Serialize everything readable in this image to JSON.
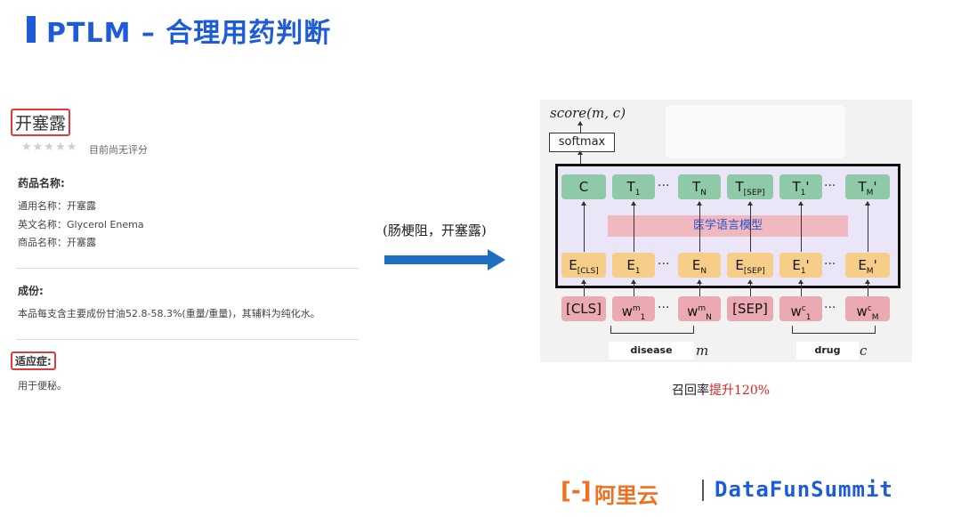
{
  "header": {
    "title": "PTLM – 合理用药判断"
  },
  "drug_card": {
    "name": "开塞露",
    "stars": "★★★★★",
    "rating_text": "目前尚无评分",
    "name_section": {
      "heading": "药品名称:",
      "generic": "通用名称：开塞露",
      "english": "英文名称：Glycerol Enema",
      "trade": "商品名称：开塞露"
    },
    "ingredients": {
      "heading": "成份:",
      "text": "本品每支含主要成份甘油52.8-58.3%(重量/重量)，其辅料为纯化水。"
    },
    "indication": {
      "heading": "适应症:",
      "text": "用于便秘。"
    }
  },
  "middle": {
    "caption": "(肠梗阻，开塞露)"
  },
  "diagram": {
    "score_label": "score(m, c)",
    "softmax": "softmax",
    "model_label": "医学语言模型",
    "top_tokens": [
      {
        "main": "C",
        "sub": ""
      },
      {
        "main": "T",
        "sub": "1"
      },
      {
        "main": "T",
        "sub": "N"
      },
      {
        "main": "T",
        "sub": "[SEP]"
      },
      {
        "main": "T",
        "sub": "1",
        "prime": "'"
      },
      {
        "main": "T",
        "sub": "M",
        "prime": "'"
      }
    ],
    "emb_tokens": [
      {
        "main": "E",
        "sub": "[CLS]"
      },
      {
        "main": "E",
        "sub": "1"
      },
      {
        "main": "E",
        "sub": "N"
      },
      {
        "main": "E",
        "sub": "[SEP]"
      },
      {
        "main": "E",
        "sub": "1",
        "prime": "'"
      },
      {
        "main": "E",
        "sub": "M",
        "prime": "'"
      }
    ],
    "input_tokens": [
      {
        "main": "[CLS]"
      },
      {
        "main": "w",
        "sub": "1",
        "sup": "m"
      },
      {
        "main": "w",
        "sub": "N",
        "sup": "m"
      },
      {
        "main": "[SEP]"
      },
      {
        "main": "w",
        "sub": "1",
        "sup": "c"
      },
      {
        "main": "w",
        "sub": "M",
        "sup": "c"
      }
    ],
    "ellipsis": "···",
    "disease_label": "disease",
    "m_label": "m",
    "drug_label": "drug",
    "c_label": "c"
  },
  "caption": {
    "prefix": "召回率",
    "highlight": "提升120%"
  },
  "footer": {
    "logo_mark": "[-]",
    "logo_text": "阿里云",
    "brand": "DataFunSummit"
  },
  "colors": {
    "accent": "#1e5bd8",
    "arrow": "#1e6fc4",
    "highlight": "#e02020",
    "logo": "#f07020"
  }
}
